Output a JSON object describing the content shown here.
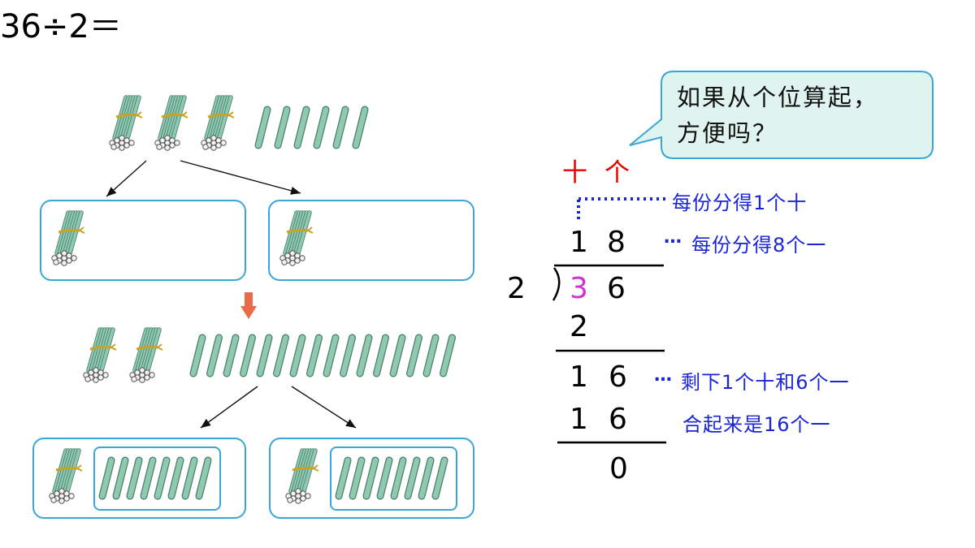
{
  "equation": "36÷2＝",
  "speech_bubble": {
    "line1": "如果从个位算起，",
    "line2": "方便吗？"
  },
  "place_labels": {
    "tens": "十",
    "ones": "个"
  },
  "division": {
    "divisor": "2",
    "dividend_tens": "3",
    "dividend_ones": "6",
    "quotient_tens": "1",
    "quotient_ones": "8",
    "step1_product": "2",
    "step1_remainder_tens": "1",
    "step1_remainder_ones": "6",
    "step2_product_tens": "1",
    "step2_product_ones": "6",
    "final_remainder": "0"
  },
  "annotations": {
    "tens_share": "每份分得1个十",
    "ones_share": "每份分得8个一",
    "remaining": "剩下1个十和6个一",
    "combined": "合起来是16个一"
  },
  "colors": {
    "box_border": "#3aa6d8",
    "stick": "#8ec9b0",
    "annotation": "#1a25d6",
    "place_label": "#e60000",
    "highlight_digit": "#cc33cc",
    "down_arrow": "#ea6b47"
  }
}
